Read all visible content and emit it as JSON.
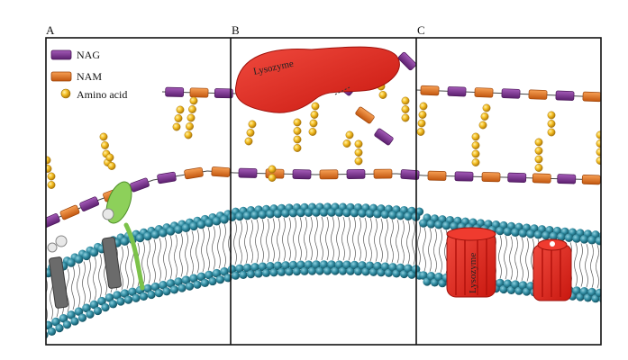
{
  "panels": [
    {
      "letter": "A"
    },
    {
      "letter": "B"
    },
    {
      "letter": "C"
    }
  ],
  "legend": {
    "items": [
      {
        "label": "NAG",
        "color": "#7a2e8e",
        "icon": "nag-sugar-icon"
      },
      {
        "label": "NAM",
        "color": "#e8731f",
        "icon": "nam-sugar-icon"
      },
      {
        "label": "Amino acid",
        "color": "#f2b418",
        "icon": "amino-acid-icon"
      }
    ]
  },
  "enzyme": {
    "label": "Lysozyme",
    "color": "#e4261f"
  },
  "membrane": {
    "head_color": "#2e7f95"
  }
}
